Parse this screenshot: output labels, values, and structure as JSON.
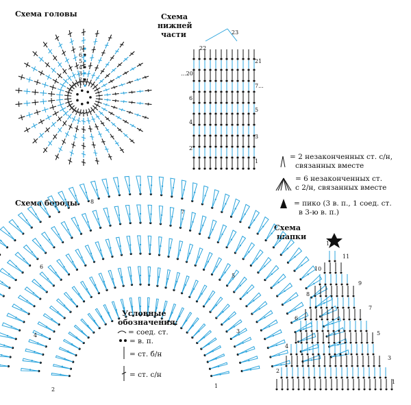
{
  "head": {
    "title": "Схема головы",
    "rows": [
      "1",
      "2",
      "3",
      "4",
      "5",
      "6",
      "7"
    ]
  },
  "lower": {
    "title_l1": "Схема",
    "title_l2": "нижней",
    "title_l3": "части",
    "left_nums": [
      "2",
      "4",
      "6",
      "...20",
      "22"
    ],
    "right_nums": [
      "1",
      "3",
      "5",
      "7...",
      "21"
    ],
    "top_num": "23"
  },
  "beard": {
    "title": "Схема бороды",
    "left_nums": [
      "2",
      "4",
      "6",
      "8"
    ],
    "right_nums": [
      "1",
      "3",
      "5",
      "7"
    ]
  },
  "hat": {
    "title_l1": "Схема",
    "title_l2": "шапки",
    "left_nums": [
      "2",
      "4",
      "6",
      "8",
      "10",
      "12"
    ],
    "right_nums": [
      "1",
      "3",
      "5",
      "7",
      "9",
      "11"
    ]
  },
  "legend_right": {
    "dec2_l1": "= 2 незаконченных ст. с/н,",
    "dec2_l2": "связанных вместе",
    "dec6_l1": "= 6 незаконченных ст.",
    "dec6_l2": "с 2/н, связанных вместе",
    "picot_l1": "= пико (3 в. п., 1 соед. ст.",
    "picot_l2": "в 3-ю в. п.)"
  },
  "legend_bottom": {
    "title_l1": "Условные",
    "title_l2": "обозначения:",
    "sl": "= соед. ст.",
    "ch": "= в. п.",
    "sc": "= ст. б/н",
    "dc": "= ст. с/н"
  },
  "colors": {
    "blue": "#29a3dc",
    "black": "#111111"
  }
}
